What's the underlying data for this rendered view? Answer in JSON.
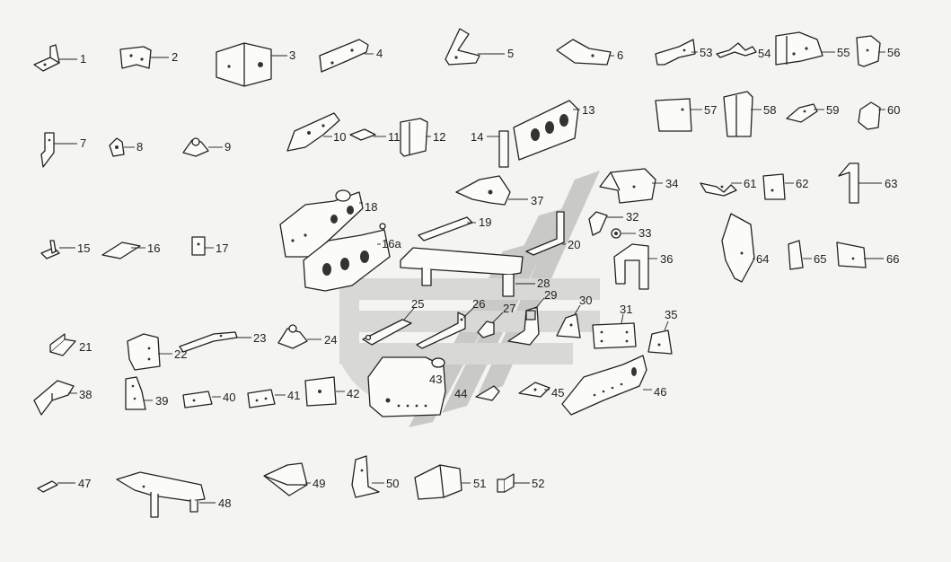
{
  "parts": [
    {
      "label": "1"
    },
    {
      "label": "2"
    },
    {
      "label": "3"
    },
    {
      "label": "4"
    },
    {
      "label": "5"
    },
    {
      "label": "6"
    },
    {
      "label": "53"
    },
    {
      "label": "54"
    },
    {
      "label": "55"
    },
    {
      "label": "56"
    },
    {
      "label": "7"
    },
    {
      "label": "8"
    },
    {
      "label": "9"
    },
    {
      "label": "10"
    },
    {
      "label": "11"
    },
    {
      "label": "12"
    },
    {
      "label": "14"
    },
    {
      "label": "13"
    },
    {
      "label": "57"
    },
    {
      "label": "58"
    },
    {
      "label": "59"
    },
    {
      "label": "60"
    },
    {
      "label": "18"
    },
    {
      "label": "37"
    },
    {
      "label": "34"
    },
    {
      "label": "61"
    },
    {
      "label": "62"
    },
    {
      "label": "63"
    },
    {
      "label": "19"
    },
    {
      "label": "32"
    },
    {
      "label": "33"
    },
    {
      "label": "15"
    },
    {
      "label": "16"
    },
    {
      "label": "17"
    },
    {
      "label": "16a"
    },
    {
      "label": "20"
    },
    {
      "label": "36"
    },
    {
      "label": "64"
    },
    {
      "label": "65"
    },
    {
      "label": "66"
    },
    {
      "label": "28"
    },
    {
      "label": "25"
    },
    {
      "label": "26"
    },
    {
      "label": "27"
    },
    {
      "label": "29"
    },
    {
      "label": "30"
    },
    {
      "label": "31"
    },
    {
      "label": "35"
    },
    {
      "label": "21"
    },
    {
      "label": "22"
    },
    {
      "label": "23"
    },
    {
      "label": "24"
    },
    {
      "label": "43"
    },
    {
      "label": "38"
    },
    {
      "label": "39"
    },
    {
      "label": "40"
    },
    {
      "label": "41"
    },
    {
      "label": "42"
    },
    {
      "label": "44"
    },
    {
      "label": "45"
    },
    {
      "label": "46"
    },
    {
      "label": "47"
    },
    {
      "label": "48"
    },
    {
      "label": "49"
    },
    {
      "label": "50"
    },
    {
      "label": "51"
    },
    {
      "label": "52"
    }
  ]
}
